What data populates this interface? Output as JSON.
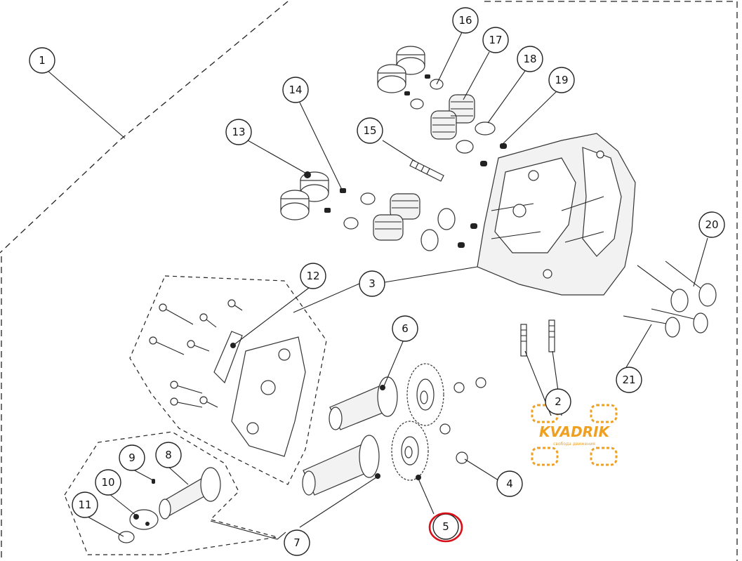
{
  "callouts": [
    {
      "num": "1"
    },
    {
      "num": "2"
    },
    {
      "num": "3"
    },
    {
      "num": "4"
    },
    {
      "num": "5"
    },
    {
      "num": "6"
    },
    {
      "num": "7"
    },
    {
      "num": "8"
    },
    {
      "num": "9"
    },
    {
      "num": "10"
    },
    {
      "num": "11"
    },
    {
      "num": "12"
    },
    {
      "num": "13"
    },
    {
      "num": "14"
    },
    {
      "num": "15"
    },
    {
      "num": "16"
    },
    {
      "num": "17"
    },
    {
      "num": "18"
    },
    {
      "num": "19"
    },
    {
      "num": "20"
    },
    {
      "num": "21"
    }
  ],
  "highlighted_callout": "5",
  "highlight_color": "#d8101a",
  "watermark": {
    "brand": "KVADRIK",
    "tagline": "свобода движения",
    "color": "#f0a020"
  }
}
